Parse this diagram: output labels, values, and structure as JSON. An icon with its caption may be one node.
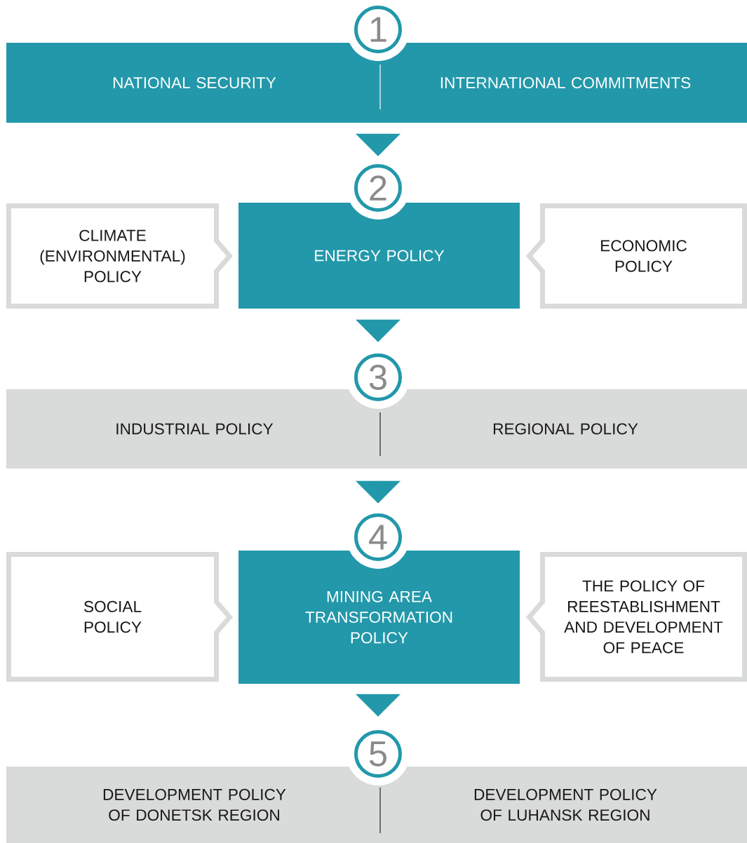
{
  "diagram": {
    "nodes": [
      {
        "text": [
          "1"
        ]
      },
      {
        "text": [
          "NATIONAL SECURITY",
          "INTERNATIONAL COMMITMENTS"
        ]
      },
      {
        "text": [
          "2"
        ]
      },
      {
        "text": [
          "CLIMATE (ENVIRONMENTAL) POLICY"
        ]
      },
      {
        "text": [
          "ENERGY POLICY"
        ]
      },
      {
        "text": [
          "ECONOMIC POLICY"
        ]
      },
      {
        "text": [
          "3"
        ]
      },
      {
        "text": [
          "INDUSTRIAL POLICY",
          "REGIONAL POLICY"
        ]
      },
      {
        "text": [
          "4"
        ]
      },
      {
        "text": [
          "SOCIAL POLICY"
        ]
      },
      {
        "text": [
          "MINING AREA TRANSFORMATION POLICY"
        ]
      },
      {
        "text": [
          "THE POLICY OF REESTABLISHMENT AND DEVELOPMENT OF PEACE"
        ]
      },
      {
        "text": [
          "5"
        ]
      },
      {
        "text": [
          "DEVELOPMENT POLICY OF DONETSK REGION",
          "DEVELOPMENT POLICY OF LUHANSK REGION"
        ]
      }
    ],
    "edges": [
      {
        "from": 1,
        "to": 2,
        "arrow": "to"
      },
      {
        "from": 4,
        "to": 6,
        "arrow": "to"
      },
      {
        "from": 7,
        "to": 8,
        "arrow": "to"
      },
      {
        "from": 10,
        "to": 12,
        "arrow": "to"
      }
    ]
  }
}
